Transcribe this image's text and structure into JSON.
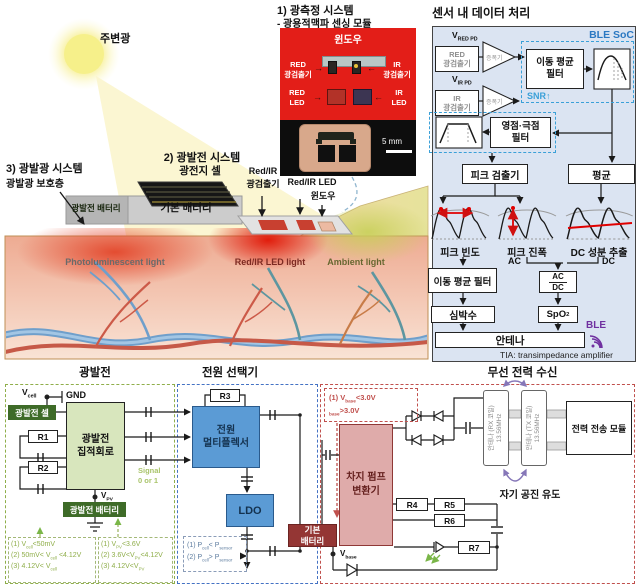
{
  "colors": {
    "panel_blue": "#dbe4f2",
    "ble_cyan": "#3aa0d8",
    "ble_purple": "#7030a0",
    "green_accent": "#8fae4a",
    "blue_accent": "#4472c4",
    "red_accent": "#c0504d",
    "box_green": "#d8e6bd",
    "box_blue": "#5b9bd5",
    "box_pink": "#dfabaa",
    "battery_red": "#943634",
    "battery_green": "#3e6b28"
  },
  "scene": {
    "ambient": "주변광",
    "s1a": "1) 광측정 시스템",
    "s1b": "- 광용적맥파 센싱 모듈",
    "s2a": "2) 광발전 시스템",
    "s2b": "광전지 셀",
    "s3a": "3) 광발광 시스템",
    "s3b": "광발광 보호층",
    "photo": {
      "window": "윈도우",
      "red1": "RED",
      "red2": "광검출기",
      "ir1": "IR",
      "ir2": "광검출기",
      "redled1": "RED",
      "redled2": "LED",
      "irled1": "IR",
      "irled2": "LED",
      "scale": "5 mm",
      "ar": "→",
      "al": "←"
    },
    "dev": {
      "l1": "Red/IR",
      "l2": "광검출기",
      "l3": "Red/IR LED",
      "l4": "윈도우"
    },
    "bat1": "광발전 배터리",
    "bat2": "기본 배터리",
    "skin": {
      "pl": "Photoluminescent light",
      "led": "Red/IR LED light",
      "amb": "Ambient light"
    }
  },
  "sensor": {
    "title": "센서 내 데이터 처리",
    "ble_soc": "BLE SoC",
    "vred": {
      "a": "V",
      "s1": "RED PD"
    },
    "vir": {
      "a": "V",
      "s1": "IR PD"
    },
    "pd1a": "RED",
    "pd1b": "광검출기",
    "pd2a": "IR",
    "pd2b": "광검출기",
    "amp": "증폭기",
    "maf1": "이동 평균",
    "maf2": "필터",
    "snr": "SNR↑",
    "zp1": "영점·극점",
    "zp2": "필터",
    "peak": "피크 검출기",
    "avg": "평균",
    "c1": "피크 빈도",
    "c2": "피크 진폭",
    "c3": "DC 성분 추출",
    "maf_full": "이동 평균 필터",
    "hr": "심박수",
    "ac": "AC",
    "dc": "DC",
    "acdc_n": "AC",
    "acdc_d": "DC",
    "spo2": {
      "a": "SpO",
      "s1": "2"
    },
    "ant": "안테나",
    "ble": "BLE",
    "tia": "TIA: transimpedance amplifier"
  },
  "pv": {
    "title": "광발전",
    "vcell": {
      "a": "V",
      "s1": "cell"
    },
    "gnd": "GND",
    "cell": "광발전 셀",
    "r1": "R1",
    "r2": "R2",
    "ic1": "광발전",
    "ic2": "집적회로",
    "sig1": "Signal",
    "sig2": "0 or 1",
    "vpv": {
      "a": "V",
      "s1": "PV"
    },
    "bat": "광발전 배터리",
    "cond_cell": [
      {
        "a": "(1) V",
        "s1": "cell",
        "b": "<50mV"
      },
      {
        "a": "(2) 50mV< V",
        "s1": "cell",
        "b": " <4.12V"
      },
      {
        "a": "(3) 4.12V< V",
        "s1": "cell"
      }
    ],
    "cond_pv": [
      {
        "a": "(1) V",
        "s1": "PV",
        "b": "<3.6V"
      },
      {
        "a": "(2) 3.6V<V",
        "s1": "PV",
        "b": "<4.12V"
      },
      {
        "a": "(3) 4.12V<V",
        "s1": "PV"
      }
    ]
  },
  "sel": {
    "title": "전원 선택기",
    "r3": "R3",
    "mux1": "전원",
    "mux2": "멀티플렉서",
    "ldo": "LDO",
    "cond": [
      {
        "a": "(1) P",
        "s1": "cell",
        "b": "< P",
        "s2": "sensor"
      },
      {
        "a": "(2) P",
        "s1": "cell",
        "b": "> P",
        "s2": "sensor"
      }
    ]
  },
  "wl": {
    "title": "무선 전력 수신",
    "cond": [
      {
        "a": "(1) V",
        "s1": "base",
        "b": "<3.0V"
      },
      {
        "a": "(2) V",
        "s1": "base",
        "b": ">3.0V"
      }
    ],
    "cp1": "차지 펌프",
    "cp2": "변환기",
    "r4": "R4",
    "r5": "R5",
    "r6": "R6",
    "r7": "R7",
    "bat1": "기본",
    "bat2": "배터리",
    "vbase": {
      "a": "V",
      "s1": "base"
    },
    "rx1": "안테나 (RX 코일)",
    "rx2": "13.56MHz",
    "tx1": "안테나 (TX 코일)",
    "tx2": "13.56MHz",
    "ind": "자기 공진 유도",
    "txm": "전력 전송 모듈"
  }
}
